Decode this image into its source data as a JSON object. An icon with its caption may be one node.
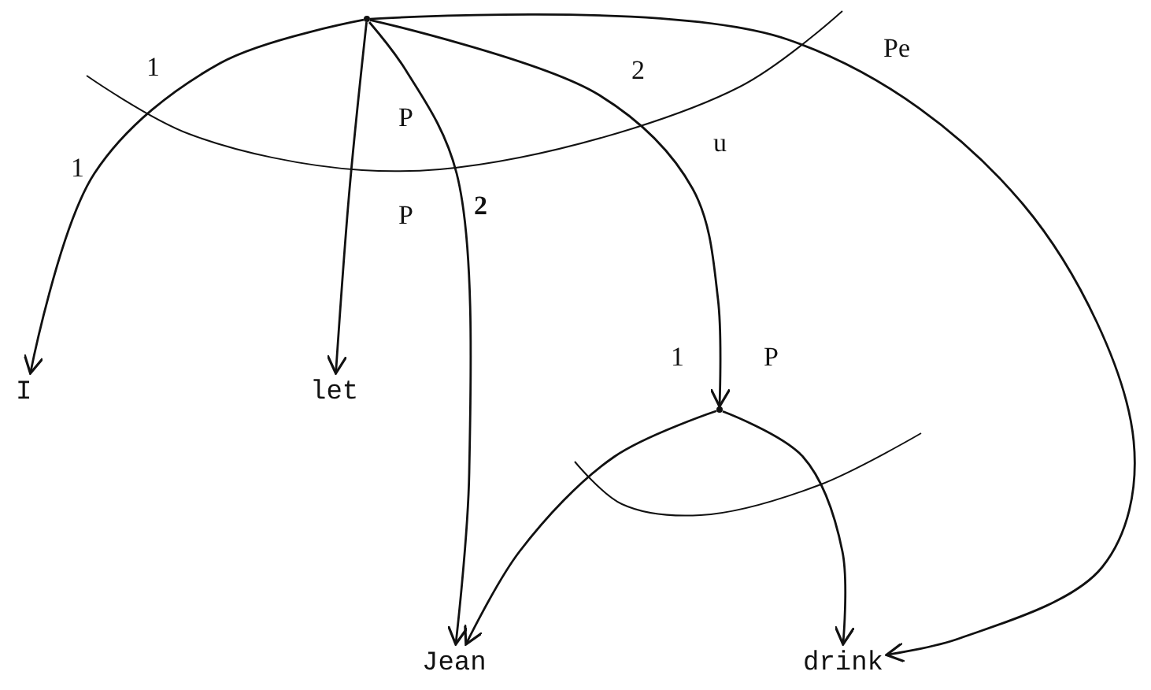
{
  "diagram": {
    "nodes": [
      {
        "text": [],
        "shape": "dot"
      },
      {
        "text": [
          "I"
        ]
      },
      {
        "text": [
          "let"
        ]
      },
      {
        "text": [
          "Jean"
        ]
      },
      {
        "text": [],
        "shape": "dot"
      },
      {
        "text": [
          "drink"
        ]
      }
    ],
    "edges": [
      {
        "from": 0,
        "to": 1,
        "arrow": "to",
        "label": "1"
      },
      {
        "from": 0,
        "to": 2,
        "arrow": "to",
        "label": "P"
      },
      {
        "from": 0,
        "to": 3,
        "arrow": "to",
        "label": "2"
      },
      {
        "from": 0,
        "to": 4,
        "arrow": "to",
        "label": "2"
      },
      {
        "from": 0,
        "to": 5,
        "arrow": "to",
        "label": "Pe"
      },
      {
        "from": 4,
        "to": 3,
        "arrow": "to",
        "label": "1"
      },
      {
        "from": 4,
        "to": 5,
        "arrow": "to",
        "label": "P"
      }
    ],
    "labels": [
      "1",
      "P",
      "u"
    ]
  }
}
